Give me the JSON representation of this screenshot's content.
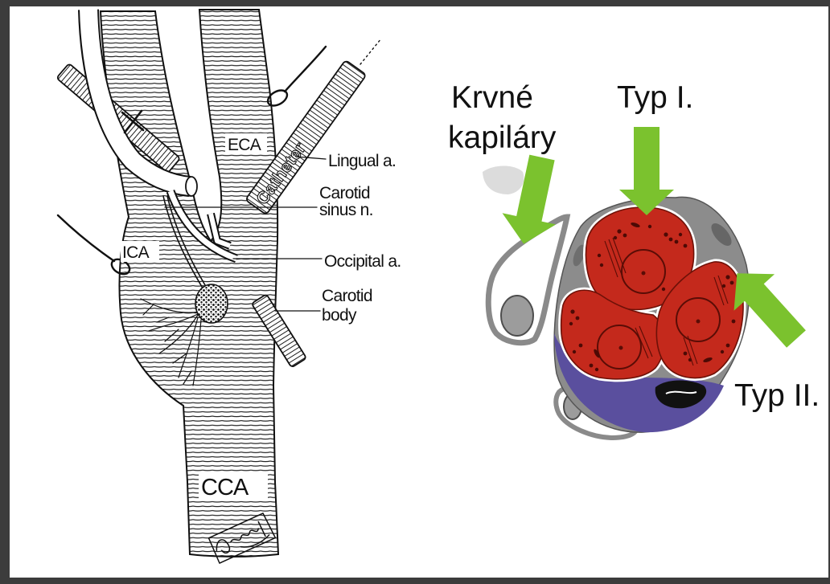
{
  "slide": {
    "colors": {
      "frame": "#3c3c3c",
      "background": "#ffffff",
      "arrow": "#7bc22e",
      "type_1_cell": "#c4291c",
      "type_2_cell": "#8c8c8c",
      "sustentacular_layer": "#5a4f9e",
      "capillary_wall": "#8a8a8a"
    },
    "anatomy_figure": {
      "labels": {
        "eca": "ECA",
        "catheter": "Catheter",
        "lingual_artery": "Lingual a.",
        "carotid_sinus_nerve": [
          "Carotid",
          "sinus n."
        ],
        "occipital_artery": "Occipital a.",
        "carotid_body": [
          "Carotid",
          "body"
        ],
        "ica": "ICA",
        "cca": "CCA"
      }
    },
    "histology_figure": {
      "labels": {
        "capillaries": [
          "Krvné",
          "kapiláry"
        ],
        "type_1": "Typ I.",
        "type_2": "Typ II."
      }
    }
  }
}
